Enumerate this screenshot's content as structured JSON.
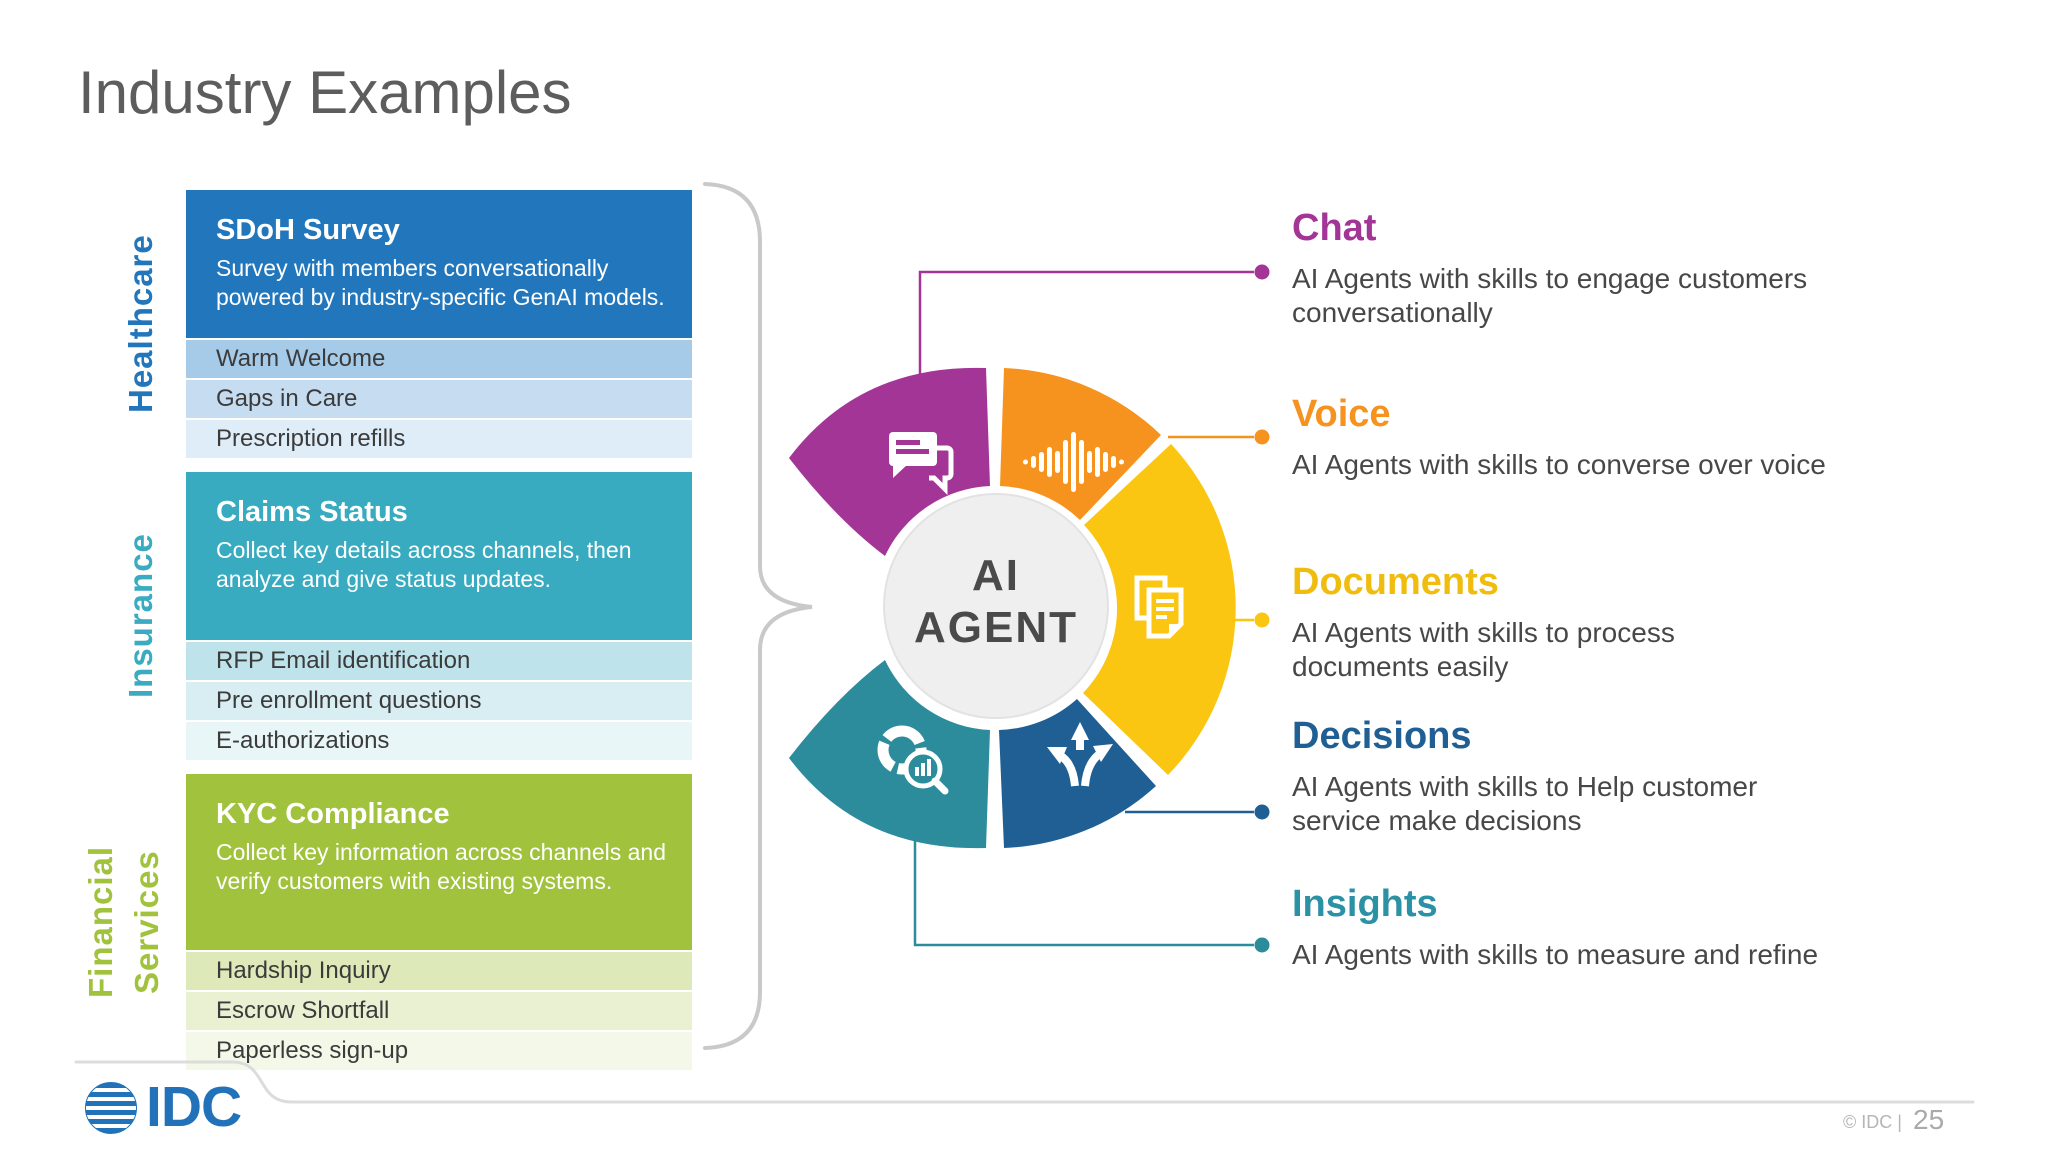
{
  "slide": {
    "title": "Industry Examples"
  },
  "industries": [
    {
      "label": "Healthcare",
      "color": "#2176bc",
      "card": {
        "title": "SDoH Survey",
        "description": "Survey with members conversationally powered by industry-specific GenAI models.",
        "items": [
          "Warm Welcome",
          "Gaps in Care",
          "Prescription refills"
        ]
      }
    },
    {
      "label": "Insurance",
      "color": "#3aabc0",
      "card": {
        "title": "Claims Status",
        "description": "Collect key details across channels, then analyze and give status updates.",
        "items": [
          "RFP Email identification",
          "Pre enrollment questions",
          "E-authorizations"
        ]
      }
    },
    {
      "label": "Financial Services",
      "color": "#a1c23d",
      "card": {
        "title": "KYC Compliance",
        "description": "Collect key information across channels and verify customers with existing systems.",
        "items": [
          "Hardship Inquiry",
          "Escrow Shortfall",
          "Paperless sign-up"
        ]
      }
    }
  ],
  "wheel": {
    "center_label_line1": "AI",
    "center_label_line2": "AGENT",
    "segments": [
      {
        "name": "chat",
        "icon": "chat-bubbles-icon",
        "color": "#a33596"
      },
      {
        "name": "voice",
        "icon": "voice-waveform-icon",
        "color": "#f6921e"
      },
      {
        "name": "documents",
        "icon": "document-pages-icon",
        "color": "#fbc612"
      },
      {
        "name": "decisions",
        "icon": "branching-arrows-icon",
        "color": "#1f5f94"
      },
      {
        "name": "insights",
        "icon": "analytics-magnifier-icon",
        "color": "#2c8c9c"
      }
    ]
  },
  "capabilities": [
    {
      "title": "Chat",
      "color": "#a33596",
      "description": "AI Agents with skills to engage customers conversationally"
    },
    {
      "title": "Voice",
      "color": "#f6921e",
      "description": "AI Agents with skills to converse over voice"
    },
    {
      "title": "Documents",
      "color": "#f0bd0e",
      "description": "AI Agents with skills to process documents easily"
    },
    {
      "title": "Decisions",
      "color": "#1f5f94",
      "description": "AI Agents with skills to Help customer service make decisions"
    },
    {
      "title": "Insights",
      "color": "#2b91a5",
      "description": "AI Agents with skills to measure and refine"
    }
  ],
  "footer": {
    "logo": "IDC",
    "copyright": "© IDC |",
    "page_number": "25"
  }
}
